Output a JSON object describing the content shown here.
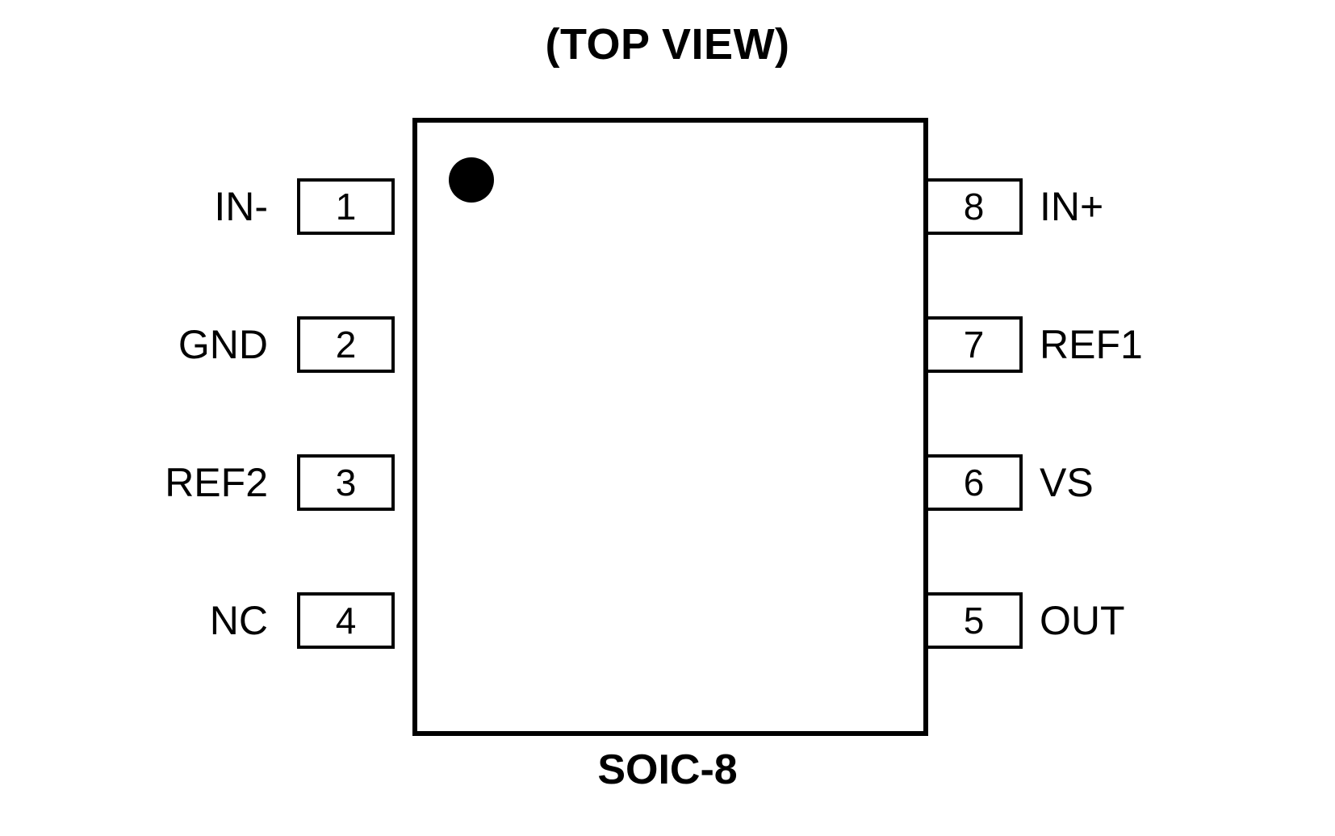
{
  "diagram": {
    "title": "(TOP VIEW)",
    "package_name": "SOIC-8",
    "package_type": "SOIC-8",
    "orientation_marker": "pin-1-dot",
    "colors": {
      "line": "#000000",
      "fill": "#ffffff",
      "text": "#000000"
    },
    "pins_left": [
      {
        "number": "1",
        "name": "IN-"
      },
      {
        "number": "2",
        "name": "GND"
      },
      {
        "number": "3",
        "name": "REF2"
      },
      {
        "number": "4",
        "name": "NC"
      }
    ],
    "pins_right": [
      {
        "number": "8",
        "name": "IN+"
      },
      {
        "number": "7",
        "name": "REF1"
      },
      {
        "number": "6",
        "name": "VS"
      },
      {
        "number": "5",
        "name": "OUT"
      }
    ]
  }
}
